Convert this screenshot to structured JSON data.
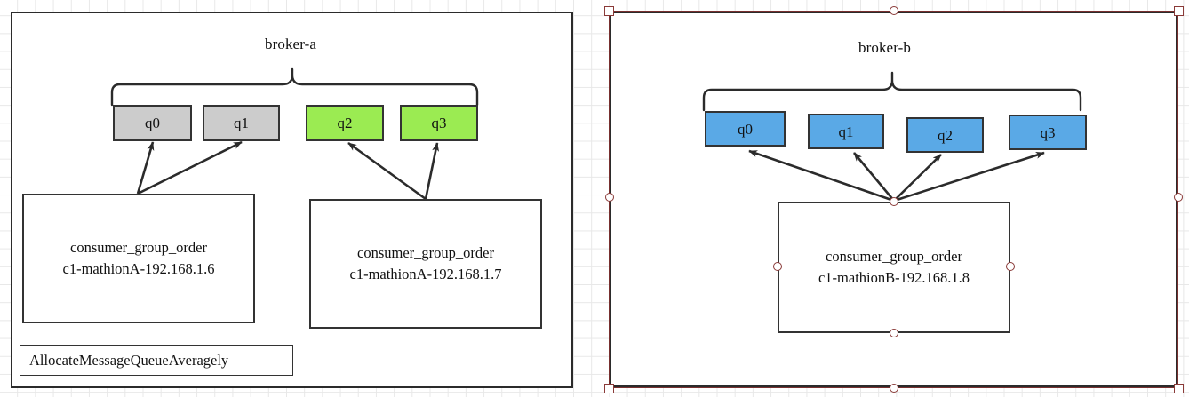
{
  "canvas": {
    "grid": "on",
    "grid_color": "#e8e8e8",
    "background": "#ffffff"
  },
  "selection": {
    "target": "panel-b",
    "stroke_color": "#78302f",
    "handle_fill": "#ffffff"
  },
  "brokers": [
    {
      "id": "broker-a",
      "label": "broker-a",
      "selected": false,
      "queues": [
        {
          "label": "q0",
          "color": "#cccccc",
          "style": "gray"
        },
        {
          "label": "q1",
          "color": "#cccccc",
          "style": "gray"
        },
        {
          "label": "q2",
          "color": "#9beb52",
          "style": "green"
        },
        {
          "label": "q3",
          "color": "#9beb52",
          "style": "green"
        }
      ],
      "consumers": [
        {
          "group": "consumer_group_order",
          "instance": "c1-mathionA-192.168.1.6",
          "assigned_queues": [
            "q0",
            "q1"
          ]
        },
        {
          "group": "consumer_group_order",
          "instance": "c1-mathionA-192.168.1.7",
          "assigned_queues": [
            "q2",
            "q3"
          ]
        }
      ],
      "strategy": "AllocateMessageQueueAveragely"
    },
    {
      "id": "broker-b",
      "label": "broker-b",
      "selected": true,
      "queues": [
        {
          "label": "q0",
          "color": "#5aa9e6",
          "style": "blue"
        },
        {
          "label": "q1",
          "color": "#5aa9e6",
          "style": "blue"
        },
        {
          "label": "q2",
          "color": "#5aa9e6",
          "style": "blue"
        },
        {
          "label": "q3",
          "color": "#5aa9e6",
          "style": "blue"
        }
      ],
      "consumers": [
        {
          "group": "consumer_group_order",
          "instance": "c1-mathionB-192.168.1.8",
          "assigned_queues": [
            "q0",
            "q1",
            "q2",
            "q3"
          ]
        }
      ],
      "strategy": ""
    }
  ]
}
